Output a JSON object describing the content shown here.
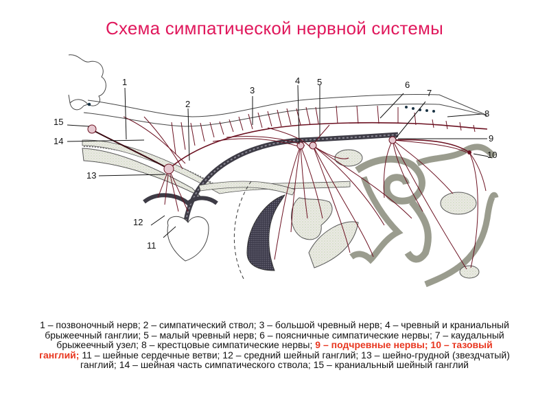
{
  "slide": {
    "title": "Схема симпатической нервной системы",
    "title_color": "#e0185c",
    "highlight_color": "#e8361f",
    "nerve_color": "#6b1020"
  },
  "diagram": {
    "labels": [
      {
        "id": "1",
        "text": "1"
      },
      {
        "id": "2",
        "text": "2"
      },
      {
        "id": "3",
        "text": "3"
      },
      {
        "id": "4",
        "text": "4"
      },
      {
        "id": "5",
        "text": "5"
      },
      {
        "id": "6",
        "text": "6"
      },
      {
        "id": "7",
        "text": "7"
      },
      {
        "id": "8",
        "text": "8"
      },
      {
        "id": "9",
        "text": "9"
      },
      {
        "id": "10",
        "text": "10"
      },
      {
        "id": "11",
        "text": "11"
      },
      {
        "id": "12",
        "text": "12"
      },
      {
        "id": "13",
        "text": "13"
      },
      {
        "id": "14",
        "text": "14"
      },
      {
        "id": "15",
        "text": "15"
      }
    ]
  },
  "caption": {
    "part1": "1 – позвоночный нерв; 2 – симпатический ствол; 3 – большой чревный нерв; 4 – чревный и краниальный брыжеечный ганглии; 5 – малый чревный нерв; 6 – поясничные симпатические нервы; 7 – каудальный брыжеечный узел; 8 – крестцовые симпатические нервы;",
    "highlight": "9 – подчревные нервы; 10 – тазовый ганглий;",
    "part2": "11 – шейные сердечные ветви; 12 – средний шейный ганглий; 13 – шейно-грудной (звездчатый) ганглий; 14 – шейная часть симпатического ствола; 15 – краниальный шейный ганглий"
  }
}
